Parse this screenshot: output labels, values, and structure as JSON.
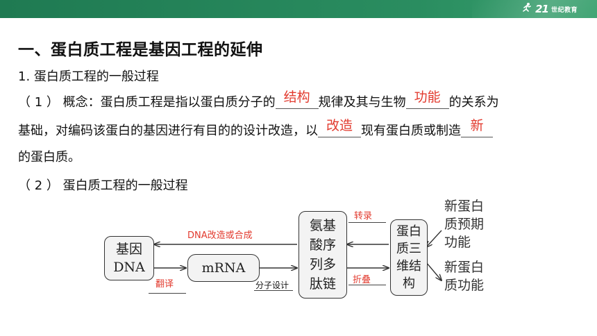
{
  "header": {
    "logo_mark": "21",
    "logo_text": "世纪教育"
  },
  "content": {
    "title": "一、蛋白质工程是基因工程的延伸",
    "subtitle": "1.  蛋白质工程的一般过程",
    "p1": {
      "prefix": "（ 1 ） 概念：蛋白质工程是指以蛋白质分子的",
      "blank1": "结构",
      "mid1": "规律及其与生物",
      "blank2": "功能",
      "suffix": "的关系为"
    },
    "p2": {
      "prefix": "基础，对编码该蛋白的基因进行有目的的设计改造，以",
      "blank3": "改造",
      "mid": "现有蛋白质或制造",
      "blank4": "新"
    },
    "p3": "的蛋白质。",
    "p4": "（ 2 ） 蛋白质工程的一般过程"
  },
  "diagram": {
    "gene_box": [
      "基因",
      "DNA"
    ],
    "mrna_box": "mRNA",
    "amino_box": [
      "氨基",
      "酸序",
      "列多",
      "肽链"
    ],
    "structure_box": [
      "蛋白",
      "质三",
      "维结",
      "构"
    ],
    "new_protein_func1": [
      "新蛋白",
      "质预期",
      "功能"
    ],
    "new_protein_func2": [
      "新蛋白",
      "质功能"
    ],
    "label_dna": "DNA改造或合成",
    "label_transcribe": "转录",
    "label_translate": "翻译",
    "label_fold": "折叠",
    "label_design": "分子设计"
  },
  "colors": {
    "header_green": "#2a8d60",
    "answer_red": "#e23a2e"
  }
}
